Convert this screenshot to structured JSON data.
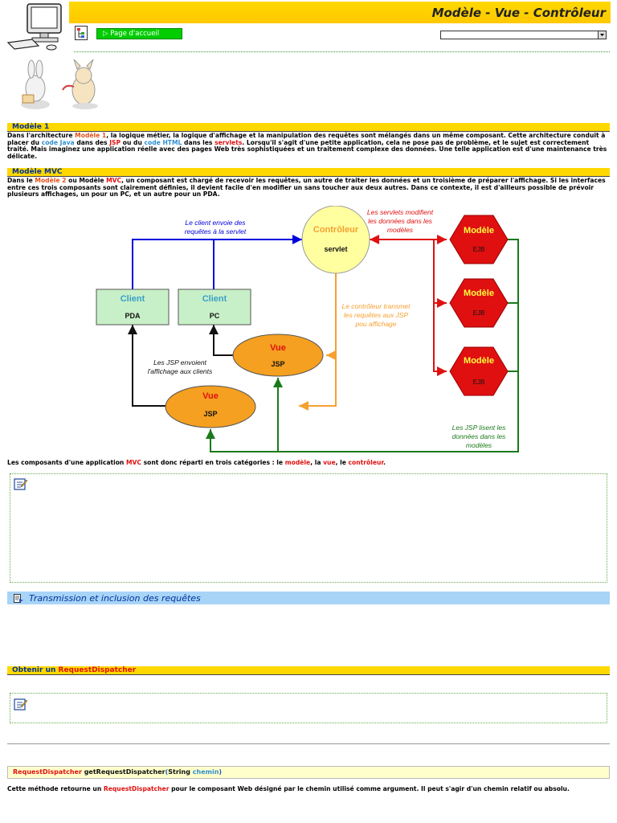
{
  "header": {
    "title": "Modèle - Vue - Contrôleur",
    "home_link": "▷ Page d'accueil",
    "select_value": ""
  },
  "section1": {
    "title": "Modèle 1",
    "text": [
      {
        "t": "Dans l'architecture "
      },
      {
        "t": "Modèle 1",
        "c": "hl"
      },
      {
        "t": ", la logique métier, la logique d'affichage et la manipulation des requêtes sont mélangés dans un même composant. Cette architecture conduit à placer du "
      },
      {
        "t": "code Java",
        "c": "hl-blue"
      },
      {
        "t": " dans des "
      },
      {
        "t": "JSP",
        "c": "hl-red"
      },
      {
        "t": " ou du "
      },
      {
        "t": "code HTML",
        "c": "hl-blue"
      },
      {
        "t": " dans les "
      },
      {
        "t": "servlets",
        "c": "hl-red"
      },
      {
        "t": ". Lorsqu'il s'agit d'une petite application, cela ne pose pas de problème, et le sujet est correctement traité. Mais imaginez une application réelle avec des pages Web très sophistiquées et un traitement complexe des données. Une telle application est d'une maintenance très délicate."
      }
    ]
  },
  "section2": {
    "title": "Modèle MVC",
    "text": [
      {
        "t": "Dans le "
      },
      {
        "t": "Modèle 2",
        "c": "hl"
      },
      {
        "t": " ou Modèle "
      },
      {
        "t": "MVC",
        "c": "hl-red"
      },
      {
        "t": ", un composant est chargé de recevoir les requêtes, un autre de traiter les données et un troisième de préparer l'affichage. Si les interfaces entre ces trois composants sont clairement définies, il devient facile d'en modifier un sans toucher aux deux autres. Dans ce contexte, il est d'ailleurs possible de prévoir plusieurs affichages, un pour un PC, et un autre pour un PDA."
      }
    ]
  },
  "diagram": {
    "controller_title": "Contrôleur",
    "controller_sub": "servlet",
    "client_pda_title": "Client",
    "client_pda_sub": "PDA",
    "client_pc_title": "Client",
    "client_pc_sub": "PC",
    "vue_title": "Vue",
    "vue_sub": "JSP",
    "model_title": "Modèle",
    "model_sub": "EJB",
    "label_client_sends": [
      "Le client envoie des",
      "requêtes à la servlet"
    ],
    "label_servlets_modify": [
      "Les servlets modifient",
      "les données dans les",
      "modèles"
    ],
    "label_controller_transmits": [
      "Le contrôleur transmet",
      "les requêtes aux JSP",
      "pou affichage"
    ],
    "label_jsp_send": [
      "Les JSP envoient",
      "l'affichage aux clients"
    ],
    "label_jsp_read": [
      "Les JSP lisent les",
      "données dans les",
      "modèles"
    ],
    "colors": {
      "blue": "#0000dd",
      "red": "#e01010",
      "orange": "#f5a030",
      "green": "#1a7a1a",
      "black": "#111111"
    }
  },
  "summary": [
    {
      "t": "Les composants d'une application "
    },
    {
      "t": "MVC",
      "c": "hl-red"
    },
    {
      "t": " sont donc réparti en trois catégories : le "
    },
    {
      "t": "modèle",
      "c": "hl-red"
    },
    {
      "t": ", la "
    },
    {
      "t": "vue",
      "c": "hl-red"
    },
    {
      "t": ", le "
    },
    {
      "t": "contrôleur",
      "c": "hl-red"
    },
    {
      "t": "."
    }
  ],
  "section3": {
    "link_title": "Transmission et inclusion des requêtes"
  },
  "section4": {
    "title_prefix": "Obtenir un ",
    "title_highlight": "RequestDispatcher"
  },
  "code": {
    "type": "RequestDispatcher",
    "method": " getRequestDispatcher",
    "open": "(",
    "param_type": "String",
    "param_name": " chemin",
    "close": ")"
  },
  "final_text": [
    {
      "t": "Cette méthode retourne un "
    },
    {
      "t": "RequestDispatcher",
      "c": "hl-red"
    },
    {
      "t": " pour le composant Web désigné par le chemin utilisé comme argument. Il peut s'agir d'un chemin relatif ou absolu."
    }
  ]
}
